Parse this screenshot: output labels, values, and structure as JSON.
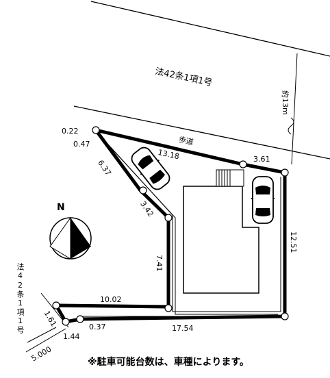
{
  "road": {
    "main_label": "法42条1項1号",
    "sidewalk_label": "歩道",
    "width_label": "約13m",
    "side_label": "法42条1項1号"
  },
  "dimensions": {
    "top_edge": "13.18",
    "top_right": "3.61",
    "corner_a": "0.22",
    "corner_b": "0.47",
    "left_upper": "6.37",
    "left_mid": "3.42",
    "left_lower": "7.41",
    "bottom_left": "10.02",
    "corner_c": "1.61",
    "corner_d": "1.44",
    "corner_e": "0.37",
    "bottom": "17.54",
    "right": "12.51",
    "side_road_width": "5.000"
  },
  "compass": {
    "label": "N"
  },
  "note": "※駐車可能台数は、車種によります。"
}
